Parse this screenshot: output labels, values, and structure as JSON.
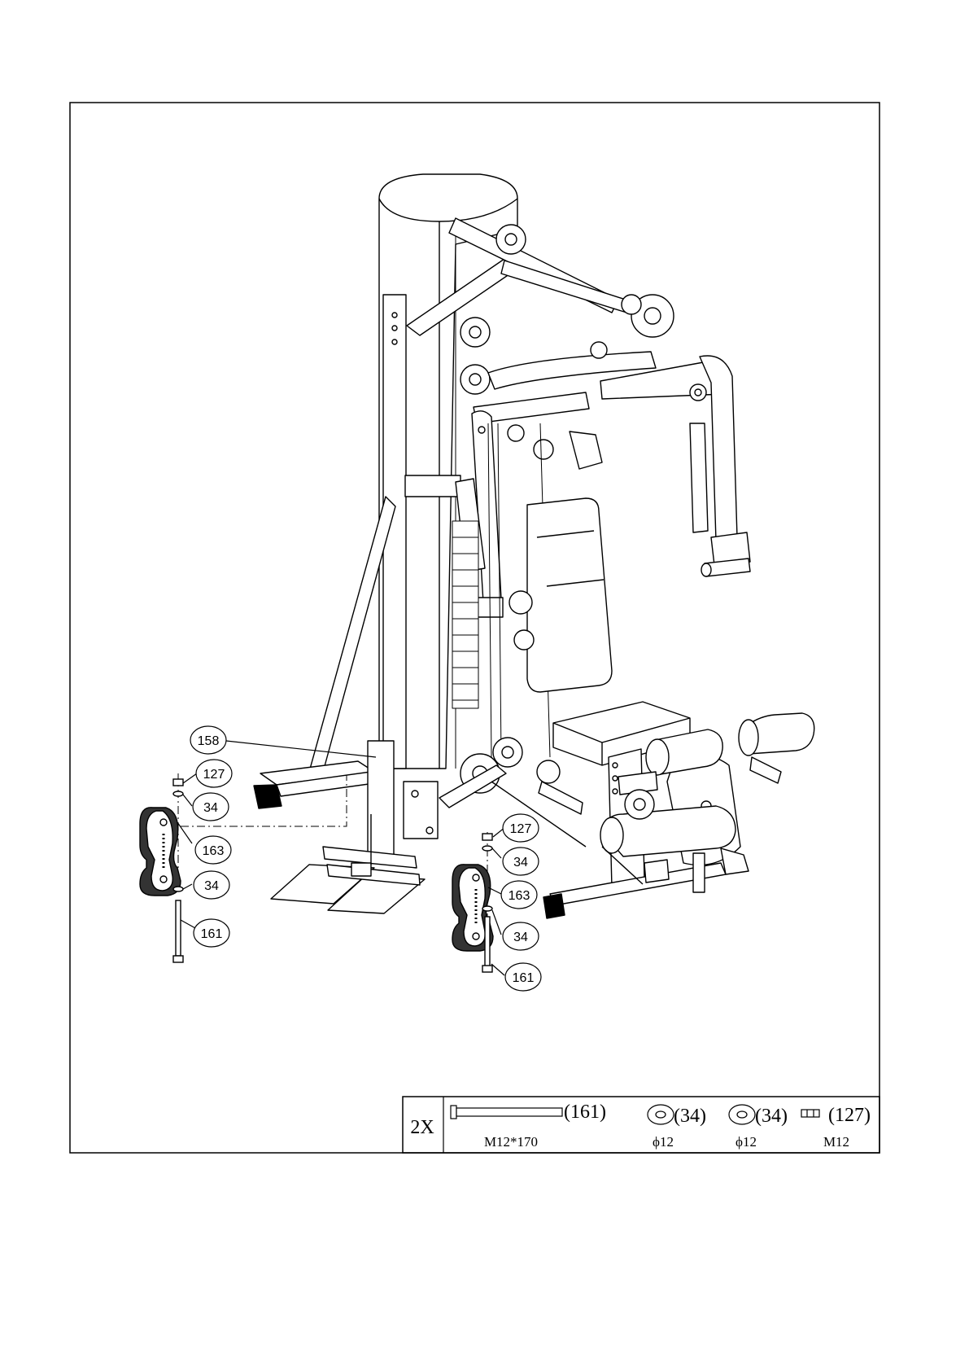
{
  "callouts": {
    "c158": "158",
    "c127a": "127",
    "c34a": "34",
    "c163a": "163",
    "c34b": "34",
    "c161a": "161",
    "c127b": "127",
    "c34c": "34",
    "c163b": "163",
    "c34d": "34",
    "c161b": "161"
  },
  "parts_table": {
    "quantity": "2X",
    "bolt": {
      "ref": "(161)",
      "spec": "M12*170"
    },
    "washer_1": {
      "ref": "(34)",
      "spec": "ϕ12"
    },
    "washer_2": {
      "ref": "(34)",
      "spec": "ϕ12"
    },
    "nut": {
      "ref": "(127)",
      "spec": "M12"
    }
  }
}
